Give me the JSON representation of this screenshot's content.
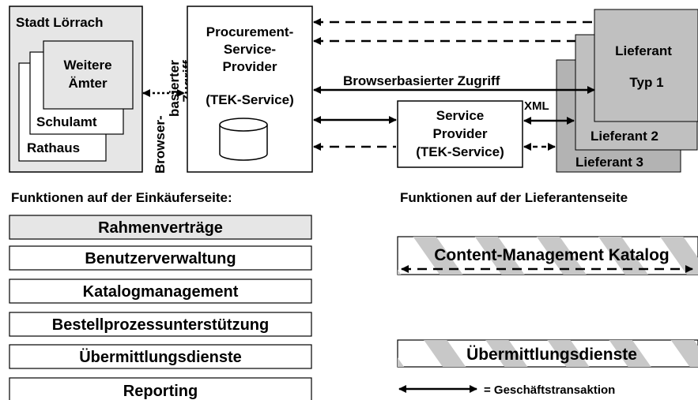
{
  "buyer_side": {
    "city_title": "Stadt Lörrach",
    "offices": {
      "weitere_line1": "Weitere",
      "weitere_line2": "Ämter",
      "schulamt": "Schulamt",
      "rathaus": "Rathaus"
    },
    "access_vertical": {
      "line1": "Browser-",
      "line2": "basierter",
      "line3": "Zugriff"
    }
  },
  "procurement_provider": {
    "line1": "Procurement-",
    "line2": "Service-",
    "line3": "Provider",
    "line4": "(TEK-Service)"
  },
  "service_provider": {
    "line1": "Service",
    "line2": "Provider",
    "line3": "(TEK-Service)"
  },
  "suppliers": {
    "type1_line1": "Lieferant",
    "type1_line2": "Typ 1",
    "supplier2": "Lieferant 2",
    "supplier3": "Lieferant 3"
  },
  "connection_labels": {
    "browser_access": "Browserbasierter Zugriff",
    "xml": "XML"
  },
  "buyer_functions": {
    "heading": "Funktionen auf der Einkäuferseite:",
    "items": [
      "Rahmenverträge",
      "Benutzerverwaltung",
      "Katalogmanagement",
      "Bestellprozessunterstützung",
      "Übermittlungsdienste",
      "Reporting"
    ]
  },
  "supplier_functions": {
    "heading": "Funktionen auf der Lieferantenseite",
    "content_management": "Content-Management Katalog",
    "transmission": "Übermittlungsdienste"
  },
  "legend": {
    "transaction": "= Geschäftstransaktion"
  },
  "colors": {
    "light_gray": "#e6e6e6",
    "mid_gray": "#c0c0c0",
    "dark_gray": "#b3b3b3",
    "stripe_gray": "#c8c8c8",
    "line": "#000000"
  }
}
